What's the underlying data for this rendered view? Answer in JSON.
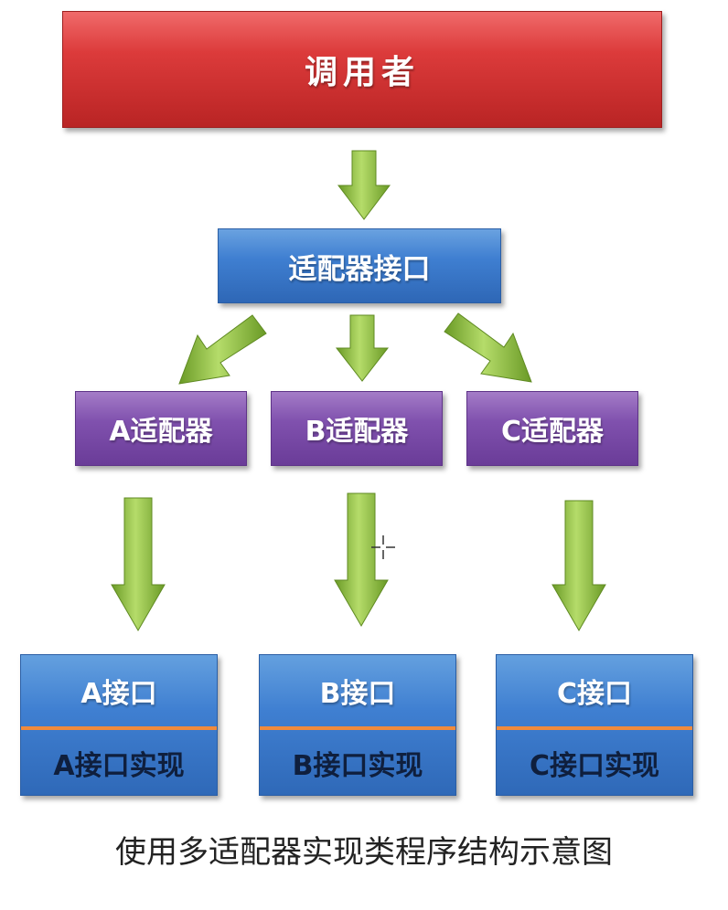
{
  "caller": {
    "label": "调用者"
  },
  "adapter_interface": {
    "label": "适配器接口"
  },
  "adapters": [
    {
      "label": "A适配器"
    },
    {
      "label": "B适配器"
    },
    {
      "label": "C适配器"
    }
  ],
  "interfaces": [
    {
      "name": "A接口",
      "impl": "A接口实现"
    },
    {
      "name": "B接口",
      "impl": "B接口实现"
    },
    {
      "name": "C接口",
      "impl": "C接口实现"
    }
  ],
  "caption": "使用多适配器实现类程序结构示意图",
  "colors": {
    "caller_red": "#d83a3a",
    "box_blue": "#3f7fd1",
    "adapter_purple": "#8051ae",
    "arrow_green": "#8cc63f",
    "divider_orange": "#f08a3c"
  }
}
